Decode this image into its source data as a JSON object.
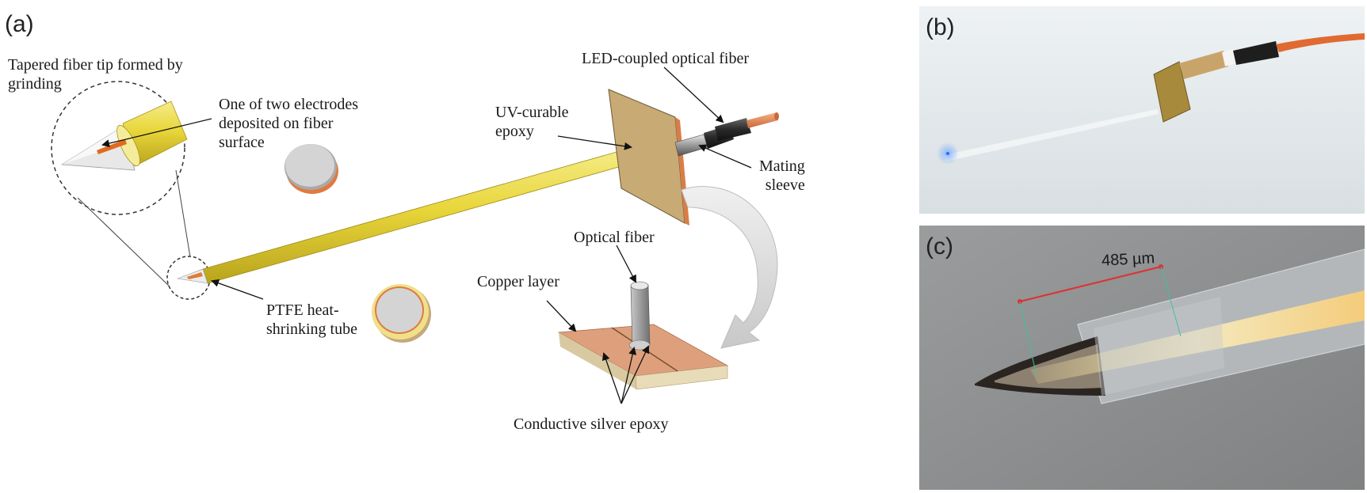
{
  "panels": {
    "a": "(a)",
    "b": "(b)",
    "c": "(c)"
  },
  "labels": {
    "tapered_tip_line1": "Tapered fiber tip formed by",
    "tapered_tip_line2": "grinding",
    "electrode_line1": "One of two electrodes",
    "electrode_line2": "deposited on  fiber",
    "electrode_line3": "surface",
    "led_fiber": "LED-coupled optical fiber",
    "uv_epoxy_line1": "UV-curable",
    "uv_epoxy_line2": "epoxy",
    "mating_line1": "Mating",
    "mating_line2": "sleeve",
    "optical_fiber": "Optical fiber",
    "copper_layer": "Copper layer",
    "ptfe_line1": "PTFE heat-",
    "ptfe_line2": "shrinking tube",
    "silver_epoxy": "Conductive silver epoxy",
    "scale_measure": "485 µm"
  },
  "colors": {
    "tube_yellow": "#e8d63a",
    "fiber_orange": "#e08a55",
    "copper": "#e0a080",
    "board_tan": "#c2a878",
    "photo_bg_b": "#e6ecee",
    "photo_bg_c": "#8f9192",
    "measure_red": "#e03030"
  }
}
